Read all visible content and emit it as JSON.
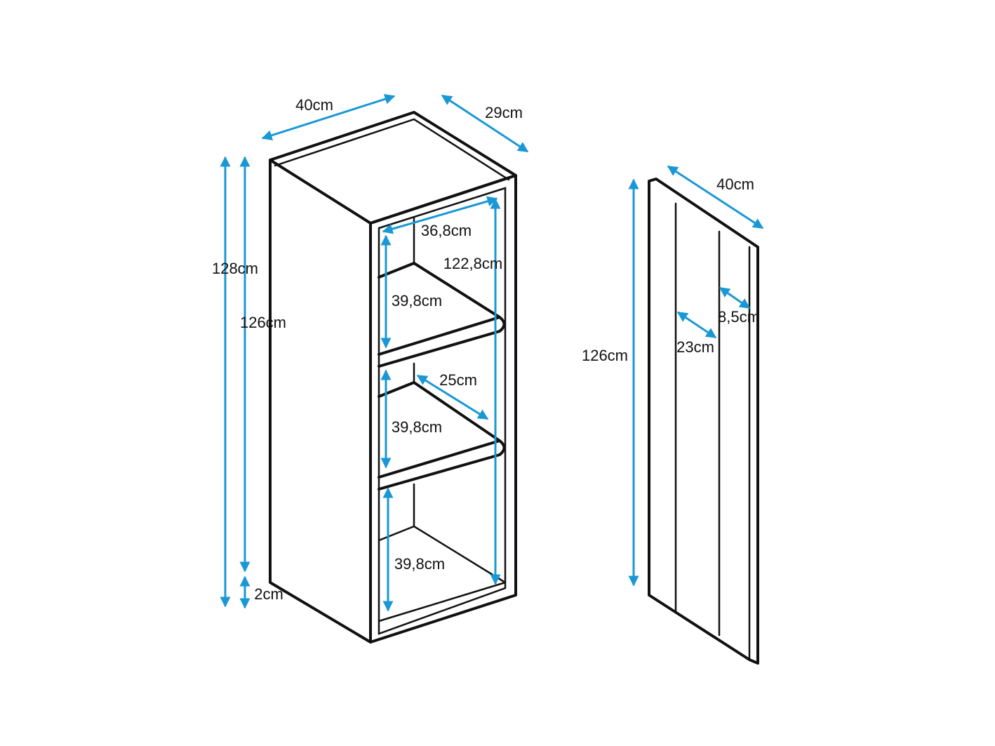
{
  "colors": {
    "dimension": "#1a98d5",
    "outline": "#111111",
    "background": "#ffffff"
  },
  "cabinet": {
    "width": "40cm",
    "depth": "29cm",
    "total_height": "128cm",
    "body_height": "126cm",
    "gap": "2cm",
    "inner_width": "36,8cm",
    "inner_height": "122,8cm",
    "compartment_1": "39,8cm",
    "shelf_depth": "25cm",
    "compartment_2": "39,8cm",
    "compartment_3": "39,8cm"
  },
  "door_panel": {
    "width": "40cm",
    "height": "126cm",
    "groove_offset": "23cm",
    "groove_spacing": "8,5cm"
  }
}
